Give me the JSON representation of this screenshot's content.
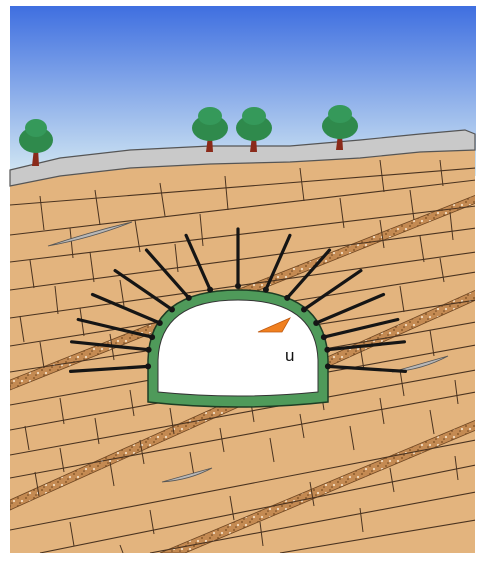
{
  "diagram": {
    "displacement_label": "u",
    "colors": {
      "sky_top": "#3f6fe0",
      "sky_bottom": "#cfe4f2",
      "rock": "#e2b37f",
      "rock_line": "#4a3320",
      "soil_surface": "#c8c8c8",
      "gravel_band": "#c98f55",
      "lining": "#4f9a5a",
      "tunnel_interior": "#ffffff",
      "bolt": "#151515",
      "displacement_arrow": "#f08020",
      "tree_foliage": "#2f8a4c",
      "tree_trunk": "#8a2a1a"
    },
    "icons": [
      "tree-icon",
      "rock-bolt",
      "displacement-arrow"
    ]
  }
}
